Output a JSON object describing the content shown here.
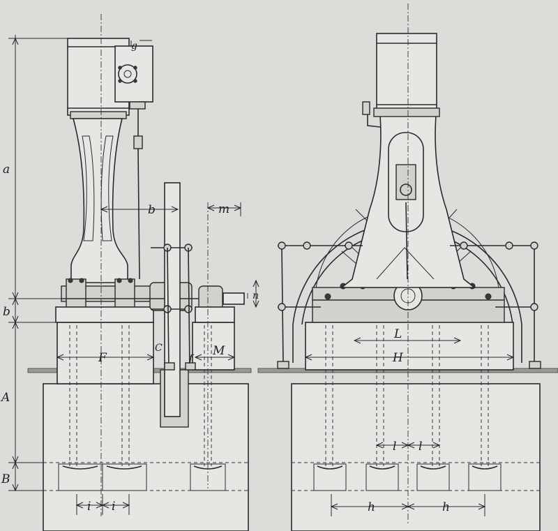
{
  "labels": {
    "a": "a",
    "b": "b",
    "A": "A",
    "B": "B",
    "i1": "i",
    "i2": "i",
    "b_small": "b",
    "m": "m",
    "n": "n",
    "F": "F",
    "C": "C",
    "f": "f",
    "M": "M",
    "g": "g",
    "L": "L",
    "H": "H",
    "l1": "l",
    "l2": "l",
    "h1": "h",
    "h2": "h"
  }
}
